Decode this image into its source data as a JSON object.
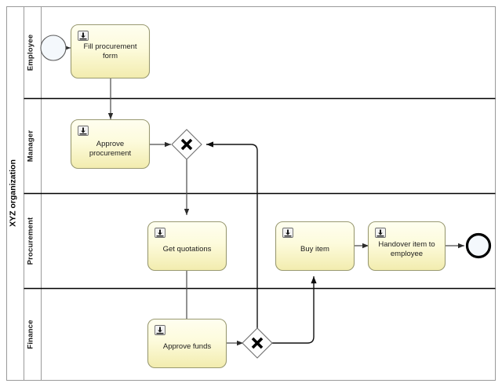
{
  "diagram": {
    "type": "bpmn-collaboration",
    "pool": {
      "name": "XYZ organization"
    },
    "lanes": [
      {
        "id": "employee",
        "label": "Employee"
      },
      {
        "id": "manager",
        "label": "Manager"
      },
      {
        "id": "procurement",
        "label": "Procurement"
      },
      {
        "id": "finance",
        "label": "Finance"
      }
    ],
    "events": [
      {
        "id": "start",
        "kind": "start-event",
        "lane": "employee",
        "label": ""
      },
      {
        "id": "end",
        "kind": "end-event",
        "lane": "procurement",
        "label": ""
      }
    ],
    "tasks": [
      {
        "id": "fill-procurement-form",
        "label": "Fill procurement form",
        "lane": "employee",
        "icon": "user-task-icon"
      },
      {
        "id": "approve-procurement",
        "label": "Approve procurement",
        "lane": "manager",
        "icon": "user-task-icon"
      },
      {
        "id": "get-quotations",
        "label": "Get quotations",
        "lane": "procurement",
        "icon": "user-task-icon"
      },
      {
        "id": "buy-item",
        "label": "Buy item",
        "lane": "procurement",
        "icon": "user-task-icon"
      },
      {
        "id": "handover-item",
        "label": "Handover item to employee",
        "lane": "procurement",
        "icon": "user-task-icon"
      },
      {
        "id": "approve-funds",
        "label": "Approve funds",
        "lane": "finance",
        "icon": "user-task-icon"
      }
    ],
    "gateways": [
      {
        "id": "gateway-1",
        "kind": "exclusive-gateway",
        "lane": "manager",
        "marker": "X",
        "label": ""
      },
      {
        "id": "gateway-2",
        "kind": "exclusive-gateway",
        "lane": "finance",
        "marker": "X",
        "label": ""
      }
    ],
    "flows": [
      {
        "id": "flow-1",
        "from": "start",
        "to": "fill-procurement-form",
        "label": ""
      },
      {
        "id": "flow-2",
        "from": "fill-procurement-form",
        "to": "approve-procurement",
        "label": ""
      },
      {
        "id": "flow-3",
        "from": "approve-procurement",
        "to": "gateway-1",
        "label": ""
      },
      {
        "id": "flow-4",
        "from": "gateway-1",
        "to": "get-quotations",
        "label": ""
      },
      {
        "id": "flow-5",
        "from": "get-quotations",
        "to": "approve-funds",
        "label": ""
      },
      {
        "id": "flow-6",
        "from": "approve-funds",
        "to": "gateway-2",
        "label": ""
      },
      {
        "id": "flow-7",
        "from": "gateway-2",
        "to": "gateway-1",
        "label": ""
      },
      {
        "id": "flow-8",
        "from": "gateway-2",
        "to": "buy-item",
        "label": ""
      },
      {
        "id": "flow-9",
        "from": "buy-item",
        "to": "handover-item",
        "label": ""
      },
      {
        "id": "flow-10",
        "from": "handover-item",
        "to": "end",
        "label": ""
      }
    ],
    "colors": {
      "task_fill_top": "#fdfde4",
      "task_fill_bottom": "#f5f0b8",
      "task_stroke": "#9a9a72",
      "lane_stroke": "#9a9a9a",
      "lane_divider": "#000000",
      "flow_stroke": "#4a4a4a",
      "gateway_fill": "#fdfdfd",
      "event_fill": "#f4f8fc",
      "background": "#ffffff"
    }
  }
}
